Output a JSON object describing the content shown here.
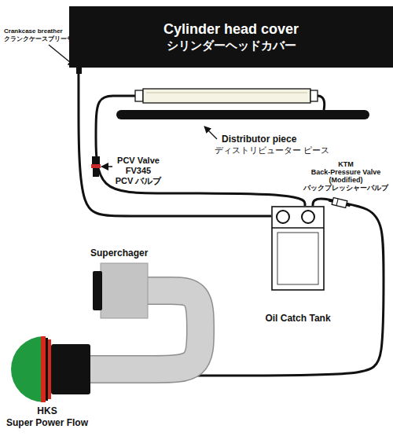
{
  "diagram": {
    "nodes": [
      {
        "text": [
          "Cylinder head cover",
          "シリンダーヘッドカバー"
        ]
      },
      {
        "text": [
          "Distributor piece",
          "ディストリビューター ピース"
        ]
      },
      {
        "text": [
          "Oil Catch Tank"
        ]
      },
      {
        "text": [
          "Superchager"
        ]
      },
      {
        "text": [
          "HKS",
          "Super Power Flow"
        ]
      }
    ],
    "edges": [
      {
        "from": 0,
        "to": 2,
        "arrow": "none"
      },
      {
        "from": 1,
        "to": 2,
        "arrow": "none"
      },
      {
        "from": 2,
        "to": 4,
        "arrow": "none"
      },
      {
        "from": 4,
        "to": 3,
        "arrow": "none"
      }
    ],
    "labels": [
      "Crankcase breather",
      "クランクケースブリーザー",
      "PCV Valve",
      "FV345",
      "PCV バルブ",
      "KTM",
      "Back-Pressure Valve",
      "(Modified)",
      "バックプレッシャーバルブ"
    ]
  }
}
